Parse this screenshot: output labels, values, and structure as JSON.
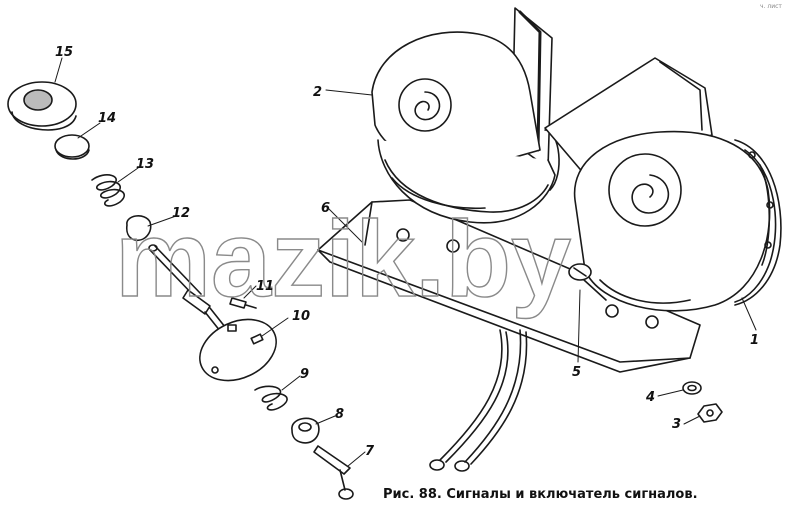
{
  "figure": {
    "caption": "Рис. 88. Сигналы и включатель сигналов.",
    "watermark": "mazik.by",
    "corner_mark": "ч. лист",
    "labels": [
      "1",
      "2",
      "3",
      "4",
      "5",
      "6",
      "7",
      "8",
      "9",
      "10",
      "11",
      "12",
      "13",
      "14",
      "15"
    ]
  },
  "colors": {
    "ink": "#1a1a1a",
    "watermark": "#8a8a8a",
    "paper": "#ffffff"
  }
}
